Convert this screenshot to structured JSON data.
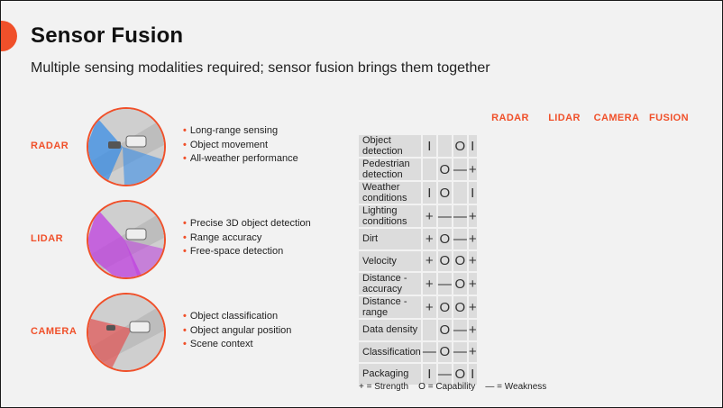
{
  "title": "Sensor Fusion",
  "subtitle": "Multiple sensing modalities required; sensor fusion brings them together",
  "colors": {
    "accent": "#f0502a",
    "radar_beam": "#3a8ee6",
    "lidar_beam": "#c040e0",
    "camera_beam": "#e05a5a"
  },
  "sensors": [
    {
      "label": "RADAR",
      "icon": "radar-illustration",
      "bullets": [
        "Long-range sensing",
        "Object movement",
        "All-weather performance"
      ]
    },
    {
      "label": "LIDAR",
      "icon": "lidar-illustration",
      "bullets": [
        "Precise 3D object detection",
        "Range accuracy",
        "Free-space detection"
      ]
    },
    {
      "label": "CAMERA",
      "icon": "camera-illustration",
      "bullets": [
        "Object classification",
        "Object angular position",
        "Scene context"
      ]
    }
  ],
  "table": {
    "columns": [
      "RADAR",
      "LIDAR",
      "CAMERA",
      "FUSION"
    ],
    "rows": [
      {
        "label": "Object detection",
        "cells": [
          "I",
          "",
          "O",
          "I"
        ]
      },
      {
        "label": "Pedestrian detection",
        "cells": [
          "",
          "O",
          "—",
          "+"
        ]
      },
      {
        "label": "Weather conditions",
        "cells": [
          "I",
          "O",
          "",
          "I"
        ]
      },
      {
        "label": "Lighting conditions",
        "cells": [
          "+",
          "—",
          "—",
          "+"
        ]
      },
      {
        "label": "Dirt",
        "cells": [
          "+",
          "O",
          "—",
          "+"
        ]
      },
      {
        "label": "Velocity",
        "cells": [
          "+",
          "O",
          "O",
          "+"
        ]
      },
      {
        "label": "Distance - accuracy",
        "cells": [
          "+",
          "—",
          "O",
          "+"
        ]
      },
      {
        "label": "Distance - range",
        "cells": [
          "+",
          "O",
          "O",
          "+"
        ]
      },
      {
        "label": "Data density",
        "cells": [
          "",
          "O",
          "—",
          "+"
        ]
      },
      {
        "label": "Classification",
        "cells": [
          "—",
          "O",
          "—",
          "+"
        ]
      },
      {
        "label": "Packaging",
        "cells": [
          "I",
          "—",
          "O",
          "I"
        ]
      }
    ]
  },
  "legend": "+ = Strength    O = Capability    — = Weakness"
}
